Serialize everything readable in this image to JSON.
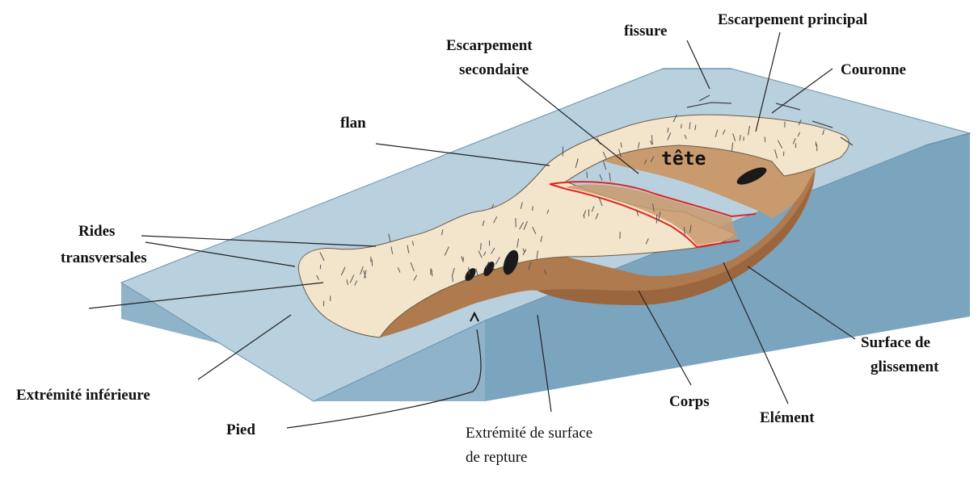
{
  "colors": {
    "slope_top": "#b9d0de",
    "block_side": "#7ba5bf",
    "block_face": "#8fb3c9",
    "earth": "#b07a4f",
    "earth_dark": "#9a6640",
    "debris": "#f3e5cc",
    "head_block": "#c99a6e",
    "rupture_line": "#e0261f"
  },
  "labels": {
    "fissure": "fissure",
    "escarpement_principal": "Escarpement principal",
    "couronne": "Couronne",
    "escarpement_secondaire_1": "Escarpement",
    "escarpement_secondaire_2": "secondaire",
    "flan": "flan",
    "tete": "tête",
    "rides_1": "Rides",
    "rides_2": "transversales",
    "surface_glissement_1": "Surface de",
    "surface_glissement_2": "glissement",
    "extremite_inferieure": "Extrémité inférieure",
    "pied": "Pied",
    "corps": "Corps",
    "element": "Elément",
    "extremite_surface_1": "Extrémité de surface",
    "extremite_surface_2": "de repture"
  }
}
